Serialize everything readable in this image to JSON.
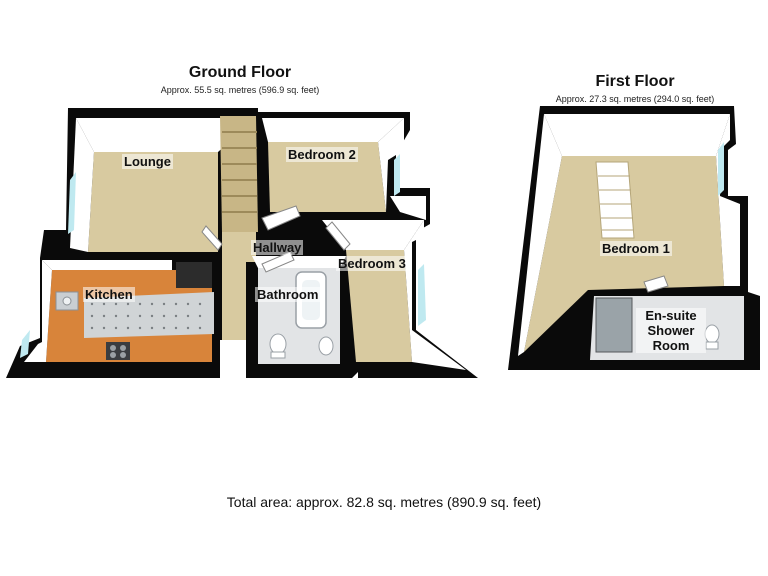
{
  "ground_floor": {
    "title": "Ground Floor",
    "area": "Approx. 55.5 sq. metres (596.9 sq. feet)",
    "rooms": {
      "lounge": "Lounge",
      "bedroom2": "Bedroom 2",
      "hallway": "Hallway",
      "bedroom3": "Bedroom 3",
      "kitchen": "Kitchen",
      "bathroom": "Bathroom"
    }
  },
  "first_floor": {
    "title": "First Floor",
    "area": "Approx. 27.3 sq. metres (294.0 sq. feet)",
    "rooms": {
      "bedroom1": "Bedroom 1",
      "ensuite_line1": "En-suite",
      "ensuite_line2": "Shower",
      "ensuite_line3": "Room"
    }
  },
  "total_area": "Total area: approx. 82.8 sq. metres (890.9 sq. feet)",
  "colors": {
    "wall": "#0a0a0a",
    "wall_top": "#ffffff",
    "carpet": "#d8caa0",
    "wood_floor": "#d8843a",
    "tile_floor": "#e2e4e6",
    "glass": "#bfe9f0"
  }
}
